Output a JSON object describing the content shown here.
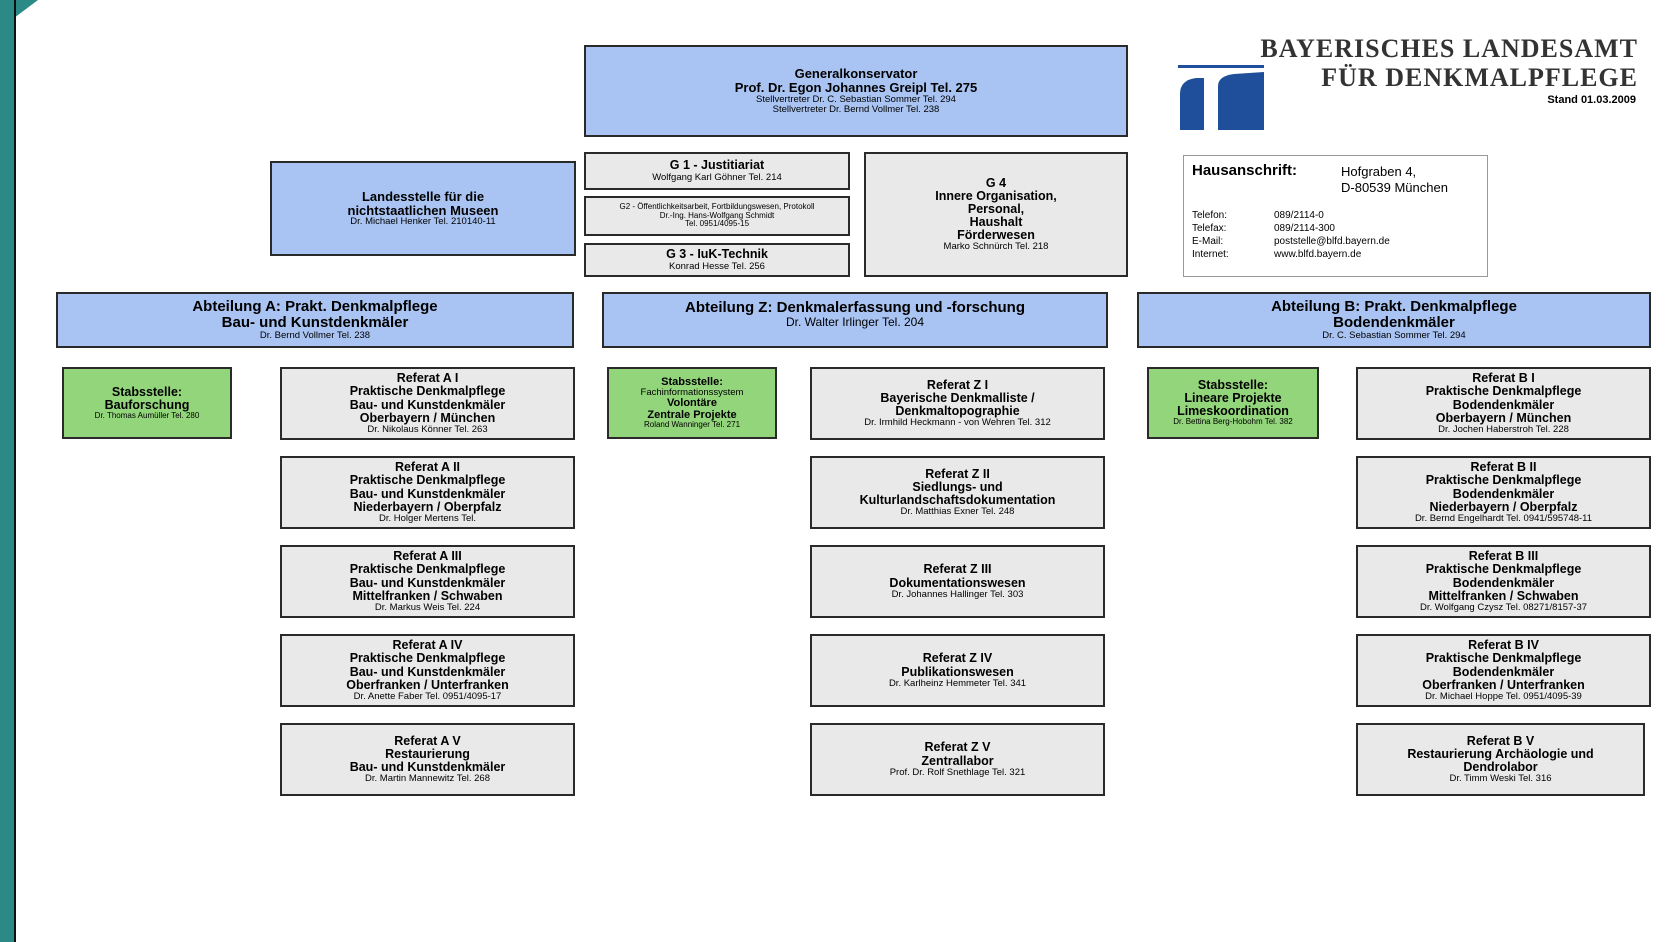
{
  "header": {
    "logo_line1": "BAYERISCHES LANDESAMT",
    "logo_line2": "FÜR DENKMALPFLEGE",
    "stand": "Stand 01.03.2009"
  },
  "general": {
    "title": "Generalkonservator",
    "name": "Prof. Dr. Egon Johannes Greipl Tel. 275",
    "dep1": "Stellvertreter Dr. C. Sebastian Sommer Tel. 294",
    "dep2": "Stellvertreter Dr. Bernd Vollmer Tel. 238"
  },
  "landesstelle": {
    "line1": "Landesstelle für die",
    "line2": "nichtstaatlichen Museen",
    "person": "Dr. Michael Henker Tel. 210140-11"
  },
  "g1": {
    "title": "G 1 - Justitiariat",
    "person": "Wolfgang Karl Göhner Tel. 214"
  },
  "g2": {
    "title": "G2 - Öffentlichkeitsarbeit, Fortbildungswesen, Protokoll",
    "person": "Dr.-Ing. Hans-Wolfgang Schmidt",
    "tel": "Tel. 0951/4095-15"
  },
  "g3": {
    "title": "G 3 - IuK-Technik",
    "person": "Konrad Hesse Tel. 256"
  },
  "g4": {
    "title": "G 4",
    "lines": [
      "Innere Organisation,",
      "Personal,",
      "Haushalt",
      "Förderwesen"
    ],
    "person": "Marko Schnürch Tel. 218"
  },
  "address": {
    "label": "Hausanschrift:",
    "street": "Hofgraben 4,",
    "city": "D-80539 München",
    "rows": [
      {
        "key": "Telefon:",
        "val": "089/2114-0"
      },
      {
        "key": "Telefax:",
        "val": "089/2114-300"
      },
      {
        "key": "E-Mail:",
        "val": "poststelle@blfd.bayern.de"
      },
      {
        "key": "Internet:",
        "val": "www.blfd.bayern.de"
      }
    ]
  },
  "depts": {
    "a": {
      "line1": "Abteilung A: Prakt. Denkmalpflege",
      "line2": "Bau- und Kunstdenkmäler",
      "person": "Dr. Bernd Vollmer Tel. 238"
    },
    "z": {
      "line1": "Abteilung Z: Denkmalerfassung und -forschung",
      "person": "Dr. Walter Irlinger Tel. 204"
    },
    "b": {
      "line1": "Abteilung B: Prakt. Denkmalpflege",
      "line2": "Bodendenkmäler",
      "person": "Dr. C. Sebastian Sommer Tel. 294"
    }
  },
  "staff": {
    "a": {
      "line1": "Stabsstelle:",
      "line2": "Bauforschung",
      "person": "Dr. Thomas Aumüller Tel. 280"
    },
    "z": {
      "line1": "Stabsstelle:",
      "line2": "Fachinformationssystem",
      "line3": "Volontäre",
      "line4": "Zentrale Projekte",
      "person": "Roland Wanninger Tel. 271"
    },
    "b": {
      "line1": "Stabsstelle:",
      "line2": "Lineare Projekte",
      "line3": "Limeskoordination",
      "person": "Dr. Bettina Berg-Hobohm Tel. 382"
    }
  },
  "ref_a": [
    {
      "title": "Referat A I",
      "lines": [
        "Praktische Denkmalpflege",
        "Bau- und Kunstdenkmäler",
        "Oberbayern / München"
      ],
      "person": "Dr. Nikolaus Könner Tel. 263"
    },
    {
      "title": "Referat A II",
      "lines": [
        "Praktische Denkmalpflege",
        "Bau- und Kunstdenkmäler",
        "Niederbayern / Oberpfalz"
      ],
      "person": "Dr. Holger Mertens Tel."
    },
    {
      "title": "Referat A III",
      "lines": [
        "Praktische Denkmalpflege",
        "Bau- und Kunstdenkmäler",
        "Mittelfranken / Schwaben"
      ],
      "person": "Dr. Markus Weis Tel. 224"
    },
    {
      "title": "Referat A IV",
      "lines": [
        "Praktische Denkmalpflege",
        "Bau- und Kunstdenkmäler",
        "Oberfranken / Unterfranken"
      ],
      "person": "Dr. Anette Faber Tel. 0951/4095-17"
    },
    {
      "title": "Referat A V",
      "lines": [
        "Restaurierung",
        "Bau- und Kunstdenkmäler"
      ],
      "person": "Dr. Martin Mannewitz Tel. 268"
    }
  ],
  "ref_z": [
    {
      "title": "Referat Z I",
      "lines": [
        "Bayerische Denkmalliste /",
        "Denkmaltopographie"
      ],
      "person": "Dr. Irmhild Heckmann - von Wehren Tel. 312"
    },
    {
      "title": "Referat Z II",
      "lines": [
        "Siedlungs- und",
        "Kulturlandschaftsdokumentation"
      ],
      "person": "Dr. Matthias Exner Tel. 248"
    },
    {
      "title": "Referat Z III",
      "lines": [
        "Dokumentationswesen"
      ],
      "person": "Dr. Johannes Hallinger Tel. 303"
    },
    {
      "title": "Referat Z IV",
      "lines": [
        "Publikationswesen"
      ],
      "person": "Dr. Karlheinz Hemmeter Tel. 341"
    },
    {
      "title": "Referat Z V",
      "lines": [
        "Zentrallabor"
      ],
      "person": "Prof. Dr. Rolf Snethlage Tel. 321"
    }
  ],
  "ref_b": [
    {
      "title": "Referat B I",
      "lines": [
        "Praktische Denkmalpflege",
        "Bodendenkmäler",
        "Oberbayern / München"
      ],
      "person": "Dr. Jochen Haberstroh Tel. 228"
    },
    {
      "title": "Referat B II",
      "lines": [
        "Praktische Denkmalpflege",
        "Bodendenkmäler",
        "Niederbayern / Oberpfalz"
      ],
      "person": "Dr. Bernd Engelhardt Tel. 0941/595748-11"
    },
    {
      "title": "Referat B III",
      "lines": [
        "Praktische Denkmalpflege",
        "Bodendenkmäler",
        "Mittelfranken / Schwaben"
      ],
      "person": "Dr. Wolfgang Czysz Tel. 08271/8157-37"
    },
    {
      "title": "Referat B IV",
      "lines": [
        "Praktische Denkmalpflege",
        "Bodendenkmäler",
        "Oberfranken / Unterfranken"
      ],
      "person": "Dr. Michael Hoppe Tel. 0951/4095-39"
    },
    {
      "title": "Referat B V",
      "lines": [
        "Restaurierung Archäologie und",
        "Dendrolabor"
      ],
      "person": "Dr. Timm Weski Tel. 316"
    }
  ]
}
